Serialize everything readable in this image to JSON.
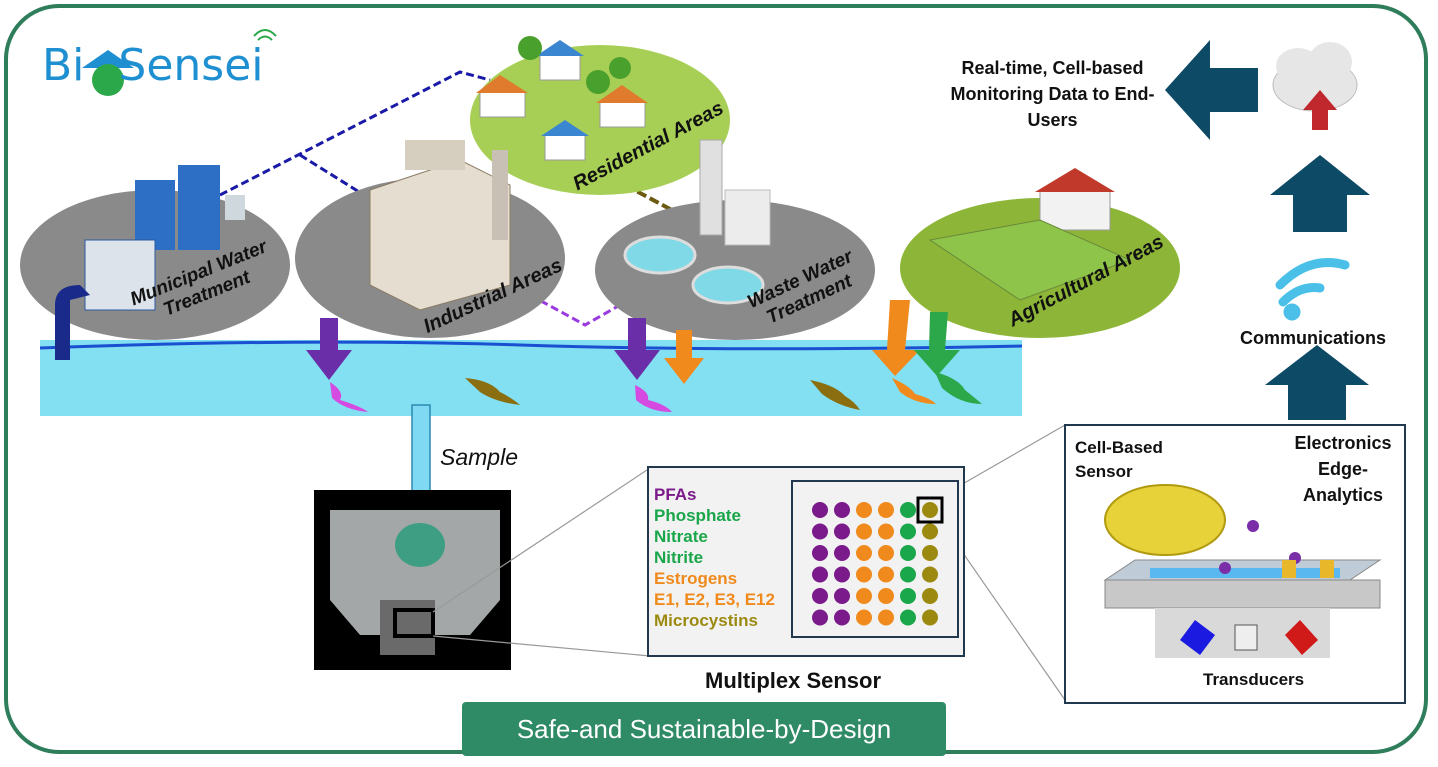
{
  "brand": {
    "part1": "Bi",
    "part2": "Sensei",
    "color_blue": "#1e8fd1",
    "color_green": "#2aa84a"
  },
  "areas": {
    "municipal": "Municipal Water Treatment",
    "industrial": "Industrial Areas",
    "residential": "Residential Areas",
    "wastewater": "Waste Water Treatment",
    "agricultural": "Agricultural Areas"
  },
  "flow": {
    "realtime": "Real-time, Cell-based Monitoring Data to End-Users",
    "communications": "Communications",
    "electronics": "Electronics Edge-Analytics",
    "sample": "Sample"
  },
  "sensor": {
    "multiplex_title": "Multiplex Sensor",
    "cell_based": "Cell-Based Sensor",
    "transducers": "Transducers"
  },
  "analytes": [
    {
      "name": "PFAs",
      "color": "#7b1a8a"
    },
    {
      "name": "Phosphate",
      "color": "#1aa64a"
    },
    {
      "name": "Nitrate",
      "color": "#1aa64a"
    },
    {
      "name": "Nitrite",
      "color": "#1aa64a"
    },
    {
      "name": "Estrogens",
      "color": "#f08a1c"
    },
    {
      "name": "E1, E2, E3, E12",
      "color": "#f08a1c"
    },
    {
      "name": "Microcystins",
      "color": "#9c8a10"
    }
  ],
  "grid_colors": [
    "#7b1a8a",
    "#7b1a8a",
    "#f08a1c",
    "#f08a1c",
    "#1aa64a",
    "#9c8a10"
  ],
  "banner": "Safe-and Sustainable-by-Design",
  "colors": {
    "frame": "#2e7d5b",
    "arrow": "#0d4a66",
    "water": "#82e0f2"
  }
}
